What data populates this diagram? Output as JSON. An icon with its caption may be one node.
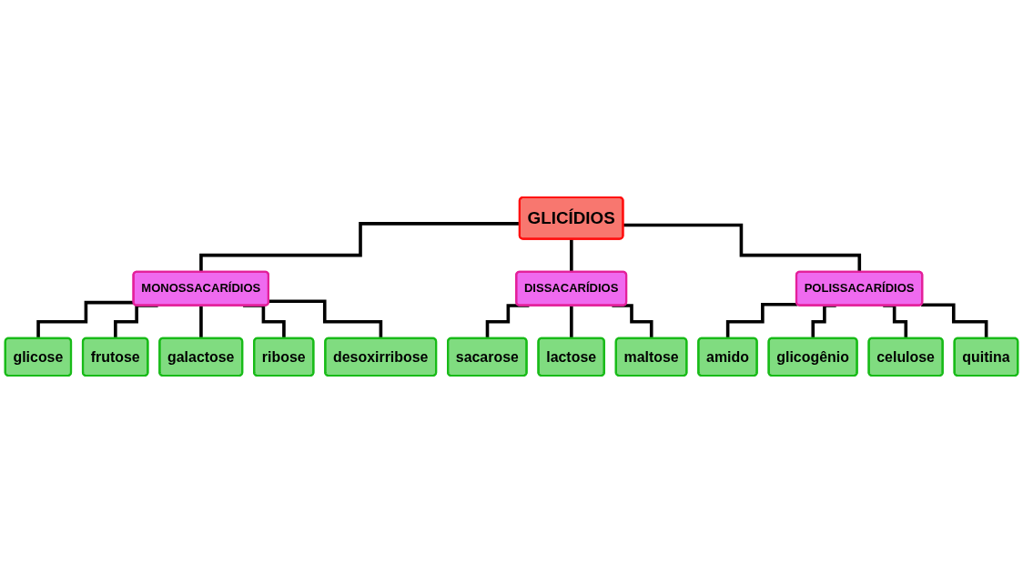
{
  "diagram": {
    "nodes": [
      {
        "text": [
          "GLICÍDIOS"
        ]
      },
      {
        "text": [
          "MONOSSACARÍDIOS"
        ]
      },
      {
        "text": [
          "DISSACARÍDIOS"
        ]
      },
      {
        "text": [
          "POLISSACARÍDIOS"
        ]
      },
      {
        "text": [
          "glicose"
        ]
      },
      {
        "text": [
          "frutose"
        ]
      },
      {
        "text": [
          "galactose"
        ]
      },
      {
        "text": [
          "ribose"
        ]
      },
      {
        "text": [
          "desoxirribose"
        ]
      },
      {
        "text": [
          "sacarose"
        ]
      },
      {
        "text": [
          "lactose"
        ]
      },
      {
        "text": [
          "maltose"
        ]
      },
      {
        "text": [
          "amido"
        ]
      },
      {
        "text": [
          "glicogênio"
        ]
      },
      {
        "text": [
          "celulose"
        ]
      },
      {
        "text": [
          "quitina"
        ]
      }
    ],
    "edges": [
      {
        "from": 0,
        "to": 1,
        "arrow": "none"
      },
      {
        "from": 0,
        "to": 2,
        "arrow": "none"
      },
      {
        "from": 0,
        "to": 3,
        "arrow": "none"
      },
      {
        "from": 1,
        "to": 4,
        "arrow": "none"
      },
      {
        "from": 1,
        "to": 5,
        "arrow": "none"
      },
      {
        "from": 1,
        "to": 6,
        "arrow": "none"
      },
      {
        "from": 1,
        "to": 7,
        "arrow": "none"
      },
      {
        "from": 1,
        "to": 8,
        "arrow": "none"
      },
      {
        "from": 2,
        "to": 9,
        "arrow": "none"
      },
      {
        "from": 2,
        "to": 10,
        "arrow": "none"
      },
      {
        "from": 2,
        "to": 11,
        "arrow": "none"
      },
      {
        "from": 3,
        "to": 12,
        "arrow": "none"
      },
      {
        "from": 3,
        "to": 13,
        "arrow": "none"
      },
      {
        "from": 3,
        "to": 14,
        "arrow": "none"
      },
      {
        "from": 3,
        "to": 15,
        "arrow": "none"
      }
    ]
  }
}
